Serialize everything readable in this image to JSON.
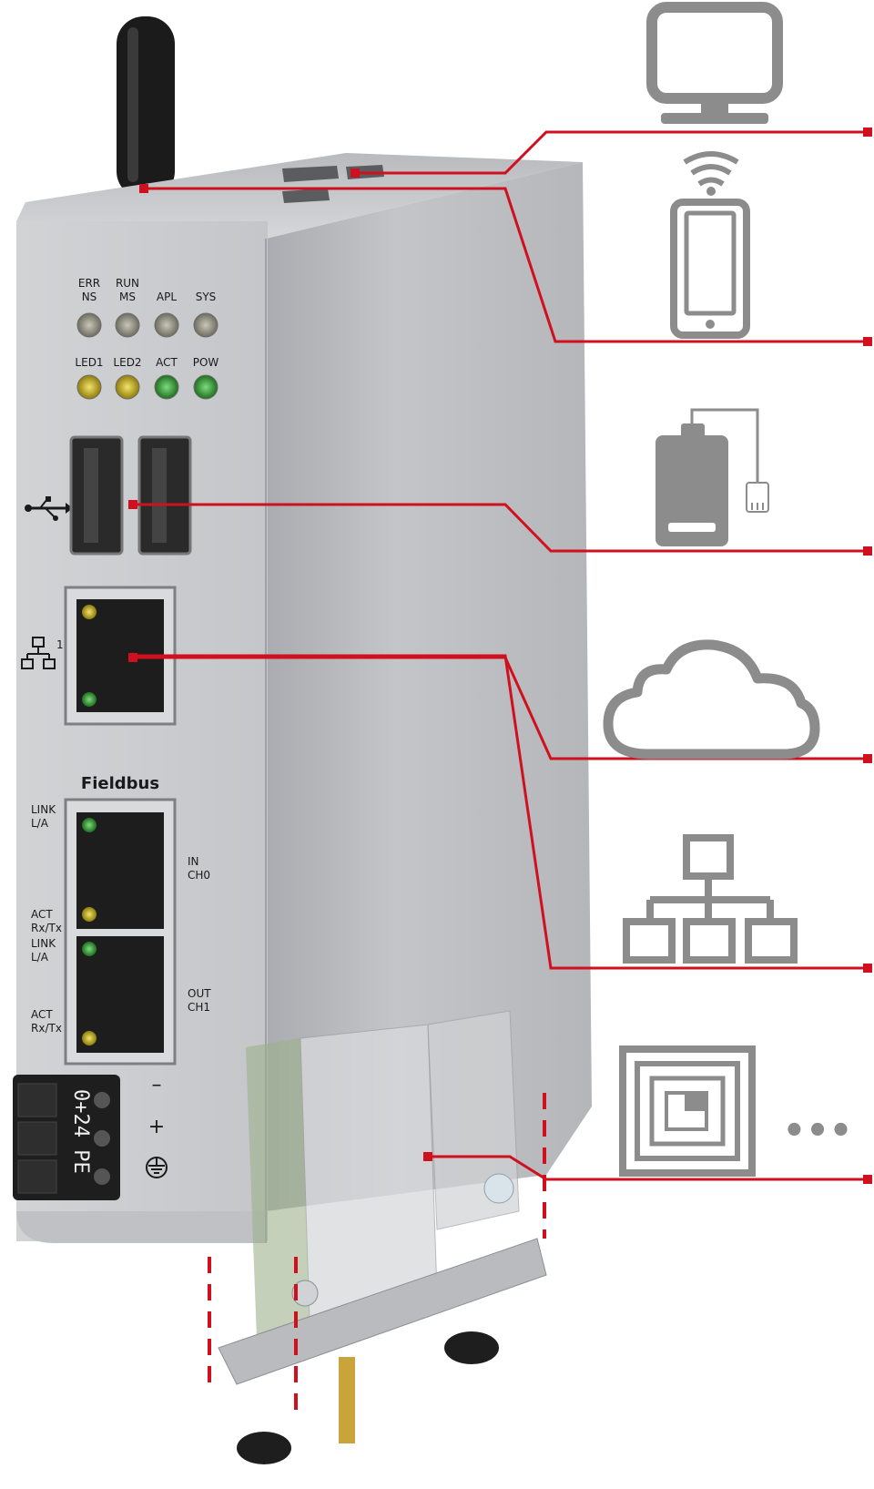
{
  "device": {
    "status_leds_top": [
      "ERR\nNS",
      "RUN\nMS",
      "APL",
      "SYS"
    ],
    "status_leds_bottom": [
      "LED1",
      "LED2",
      "ACT",
      "POW"
    ],
    "lan_index": "1",
    "fieldbus_title": "Fieldbus",
    "port_labels_left": [
      "LINK\nL/A",
      "ACT\nRx/Tx",
      "LINK\nL/A",
      "ACT\nRx/Tx"
    ],
    "port_in": "IN\nCH0",
    "port_out": "OUT\nCH1",
    "power_minus": "–",
    "power_plus": "+",
    "terminal_text": "0+24 PE",
    "led_colors": {
      "grey": "#8a8a7a",
      "yellow": "#c9b21c",
      "green": "#2f8f2f"
    }
  },
  "icons": {
    "monitor": "monitor-icon",
    "smartphone": "smartphone-wifi-icon",
    "power_bank": "power-bank-icon",
    "cloud": "cloud-icon",
    "network": "network-tree-icon",
    "rfid": "rfid-nfc-icon",
    "ellipsis": "•••"
  },
  "colors": {
    "accent": "#d0101e",
    "icon_grey": "#8c8c8c",
    "housing": "#c6c8cb"
  }
}
